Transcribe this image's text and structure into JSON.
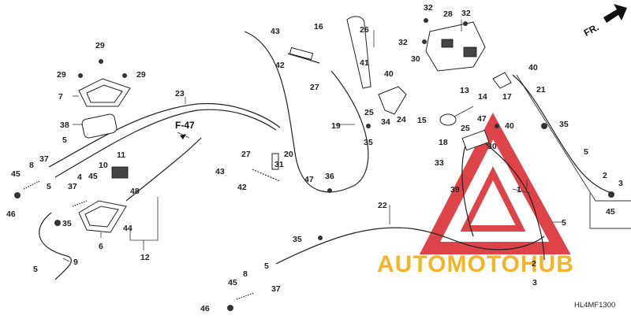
{
  "diagram_code": "HL4MF1300",
  "direction_label": "FR.",
  "figure_ref": "F-47",
  "watermark": "AUTOMOTOHUB",
  "colors": {
    "line": "#222222",
    "watermark_red": "#d8232a",
    "watermark_yellow": "#f2a900"
  },
  "callouts": [
    {
      "id": "c1",
      "text": "1"
    },
    {
      "id": "c2a",
      "text": "2"
    },
    {
      "id": "c2b",
      "text": "2"
    },
    {
      "id": "c3a",
      "text": "3"
    },
    {
      "id": "c3b",
      "text": "3"
    },
    {
      "id": "c4",
      "text": "4"
    },
    {
      "id": "c5a",
      "text": "5"
    },
    {
      "id": "c5b",
      "text": "5"
    },
    {
      "id": "c5c",
      "text": "5"
    },
    {
      "id": "c5d",
      "text": "5"
    },
    {
      "id": "c5e",
      "text": "5"
    },
    {
      "id": "c5f",
      "text": "5"
    },
    {
      "id": "c6",
      "text": "6"
    },
    {
      "id": "c7",
      "text": "7"
    },
    {
      "id": "c8a",
      "text": "8"
    },
    {
      "id": "c8b",
      "text": "8"
    },
    {
      "id": "c9",
      "text": "9"
    },
    {
      "id": "c10",
      "text": "10"
    },
    {
      "id": "c11",
      "text": "11"
    },
    {
      "id": "c12",
      "text": "12"
    },
    {
      "id": "c13",
      "text": "13"
    },
    {
      "id": "c14",
      "text": "14"
    },
    {
      "id": "c15",
      "text": "15"
    },
    {
      "id": "c16",
      "text": "16"
    },
    {
      "id": "c17",
      "text": "17"
    },
    {
      "id": "c18",
      "text": "18"
    },
    {
      "id": "c19",
      "text": "19"
    },
    {
      "id": "c20",
      "text": "20"
    },
    {
      "id": "c21",
      "text": "21"
    },
    {
      "id": "c22",
      "text": "22"
    },
    {
      "id": "c23",
      "text": "23"
    },
    {
      "id": "c24",
      "text": "24"
    },
    {
      "id": "c25a",
      "text": "25"
    },
    {
      "id": "c25b",
      "text": "25"
    },
    {
      "id": "c26",
      "text": "26"
    },
    {
      "id": "c27a",
      "text": "27"
    },
    {
      "id": "c27b",
      "text": "27"
    },
    {
      "id": "c28",
      "text": "28"
    },
    {
      "id": "c29a",
      "text": "29"
    },
    {
      "id": "c29b",
      "text": "29"
    },
    {
      "id": "c29c",
      "text": "29"
    },
    {
      "id": "c30a",
      "text": "30"
    },
    {
      "id": "c30b",
      "text": "30"
    },
    {
      "id": "c31",
      "text": "31"
    },
    {
      "id": "c32a",
      "text": "32"
    },
    {
      "id": "c32b",
      "text": "32"
    },
    {
      "id": "c32c",
      "text": "32"
    },
    {
      "id": "c33",
      "text": "33"
    },
    {
      "id": "c34",
      "text": "34"
    },
    {
      "id": "c35a",
      "text": "35"
    },
    {
      "id": "c35b",
      "text": "35"
    },
    {
      "id": "c35c",
      "text": "35"
    },
    {
      "id": "c35d",
      "text": "35"
    },
    {
      "id": "c36",
      "text": "36"
    },
    {
      "id": "c37a",
      "text": "37"
    },
    {
      "id": "c37b",
      "text": "37"
    },
    {
      "id": "c37c",
      "text": "37"
    },
    {
      "id": "c38",
      "text": "38"
    },
    {
      "id": "c39",
      "text": "39"
    },
    {
      "id": "c40a",
      "text": "40"
    },
    {
      "id": "c40b",
      "text": "40"
    },
    {
      "id": "c40c",
      "text": "40"
    },
    {
      "id": "c41",
      "text": "41"
    },
    {
      "id": "c42a",
      "text": "42"
    },
    {
      "id": "c42b",
      "text": "42"
    },
    {
      "id": "c43a",
      "text": "43"
    },
    {
      "id": "c43b",
      "text": "43"
    },
    {
      "id": "c44",
      "text": "44"
    },
    {
      "id": "c45a",
      "text": "45"
    },
    {
      "id": "c45b",
      "text": "45"
    },
    {
      "id": "c45c",
      "text": "45"
    },
    {
      "id": "c45d",
      "text": "45"
    },
    {
      "id": "c46a",
      "text": "46"
    },
    {
      "id": "c46b",
      "text": "46"
    },
    {
      "id": "c47a",
      "text": "47"
    },
    {
      "id": "c47b",
      "text": "47"
    },
    {
      "id": "c48",
      "text": "48"
    }
  ]
}
